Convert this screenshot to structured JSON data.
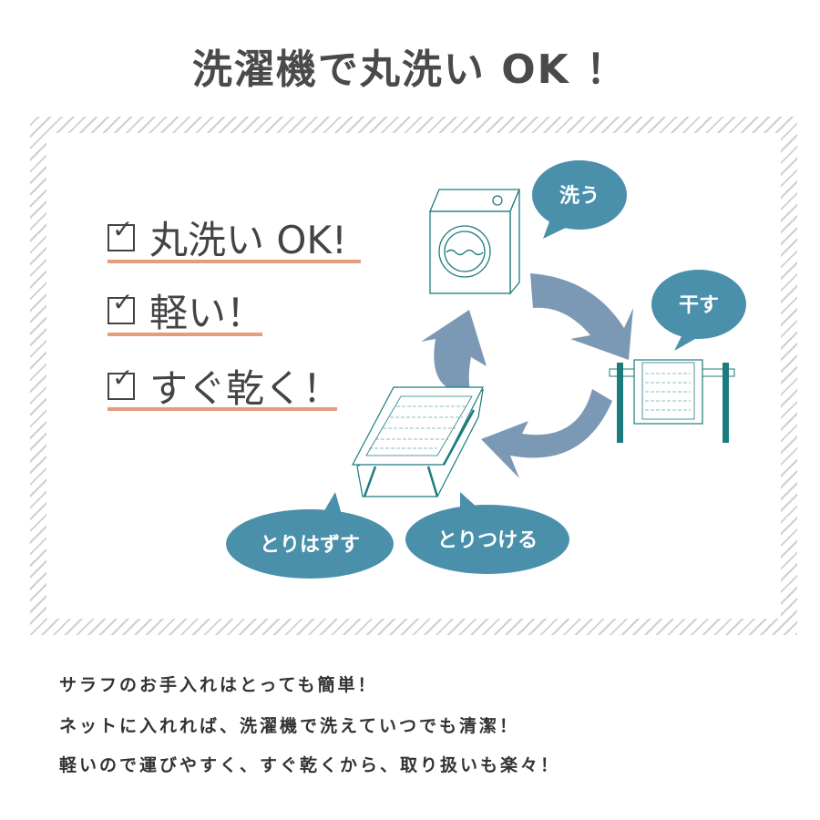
{
  "title": "洗濯機で丸洗い OK ！",
  "checklist": [
    {
      "label": "丸洗い OK!"
    },
    {
      "label": "軽い！"
    },
    {
      "label": "すぐ乾く！"
    }
  ],
  "bubbles": {
    "wash": "洗う",
    "dry": "干す",
    "remove": "とりはずす",
    "attach": "とりつける"
  },
  "paragraph": [
    "サラフのお手入れはとっても簡単！",
    "ネットに入れれば、洗濯機で洗えていつでも清潔！",
    "軽いので運びやすく、すぐ乾くから、取り扱いも楽々！"
  ],
  "colors": {
    "bubble": "#4a90ab",
    "arrow": "#7b99b4",
    "line": "#1d7b7e",
    "underline": "#e39c7c"
  }
}
